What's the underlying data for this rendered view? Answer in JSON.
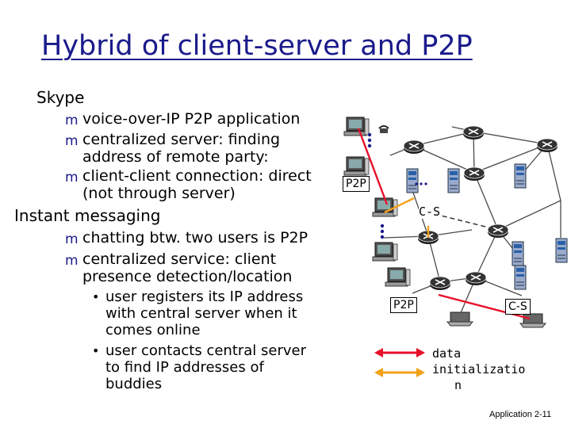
{
  "slide": {
    "title": "Hybrid of client-server and P2P",
    "sections": [
      {
        "heading": "Skype",
        "bullets": [
          {
            "lines": [
              "voice-over-IP P2P application"
            ]
          },
          {
            "lines": [
              "centralized server: finding",
              "address of remote party:"
            ]
          },
          {
            "lines": [
              "client-client connection: direct",
              "(not through server)"
            ]
          }
        ]
      },
      {
        "heading": "Instant messaging",
        "bullets": [
          {
            "lines": [
              "chatting btw. two users is P2P"
            ]
          },
          {
            "lines": [
              "centralized service: client",
              "presence detection/location"
            ]
          }
        ],
        "sub_bullets": [
          {
            "lines": [
              "user registers its IP address",
              "with central server when it",
              "comes online"
            ]
          },
          {
            "lines": [
              "user contacts central server",
              "to find IP addresses of",
              "buddies"
            ]
          }
        ]
      }
    ],
    "bullet_glyph": "m",
    "sub_bullet_glyph": "•"
  },
  "diagram": {
    "labels": {
      "p2p_top": "P2P",
      "cs_top": "C-S",
      "p2p_bottom": "P2P",
      "cs_bottom": "C-S"
    },
    "legend": {
      "line1": "data",
      "line2": "initializatio",
      "line3": "n"
    },
    "colors": {
      "data_line": "#e8102a",
      "init_line": "#f3a019",
      "link": "#4a4a4a",
      "router": "#1c1c1c",
      "server": "#2a60a8",
      "dots": "#1a1a8c"
    }
  },
  "footer": "Application 2-11"
}
